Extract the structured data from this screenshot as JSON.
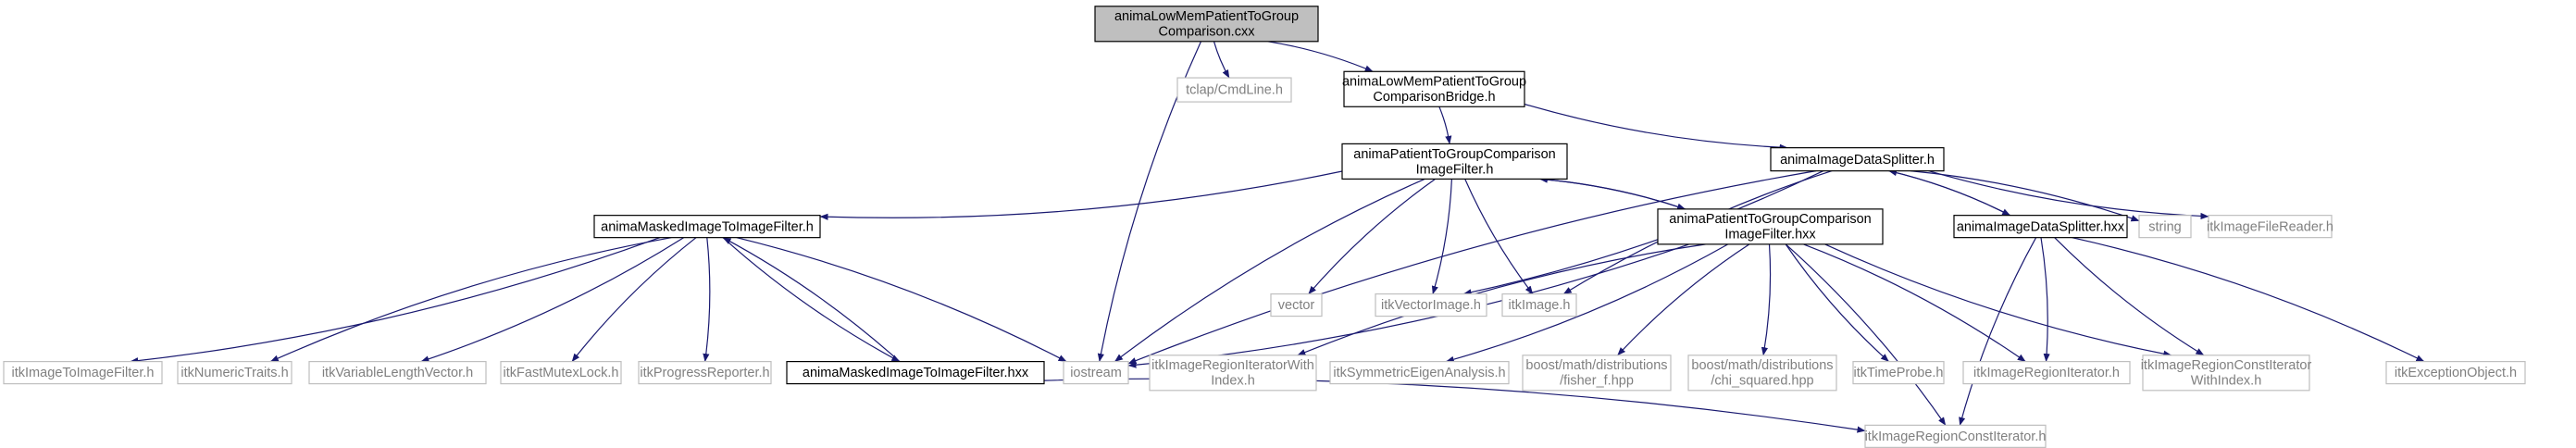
{
  "colors": {
    "edge": "#191970",
    "root_fill": "#bfbfbf",
    "root_border": "#000000",
    "local_border": "#000000",
    "external_border": "#bfbfbf",
    "local_text": "#000000",
    "external_text": "#808080"
  },
  "nodes": [
    {
      "id": "root",
      "kind": "root",
      "lines": [
        "animaLowMemPatientToGroup",
        "Comparison.cxx"
      ]
    },
    {
      "id": "tclap",
      "kind": "external",
      "lines": [
        "tclap/CmdLine.h"
      ]
    },
    {
      "id": "bridge",
      "kind": "local",
      "lines": [
        "animaLowMemPatientToGroup",
        "ComparisonBridge.h"
      ]
    },
    {
      "id": "ptgcif_h",
      "kind": "local",
      "lines": [
        "animaPatientToGroupComparison",
        "ImageFilter.h"
      ]
    },
    {
      "id": "splitter_h",
      "kind": "local",
      "lines": [
        "animaImageDataSplitter.h"
      ]
    },
    {
      "id": "masked_h",
      "kind": "local",
      "lines": [
        "animaMaskedImageToImageFilter.h"
      ]
    },
    {
      "id": "vector",
      "kind": "external",
      "lines": [
        "vector"
      ]
    },
    {
      "id": "itkvectorimage",
      "kind": "external",
      "lines": [
        "itkVectorImage.h"
      ]
    },
    {
      "id": "itkimage",
      "kind": "external",
      "lines": [
        "itkImage.h"
      ]
    },
    {
      "id": "ptgcif_hxx",
      "kind": "local",
      "lines": [
        "animaPatientToGroupComparison",
        "ImageFilter.hxx"
      ]
    },
    {
      "id": "splitter_hxx",
      "kind": "local",
      "lines": [
        "animaImageDataSplitter.hxx"
      ]
    },
    {
      "id": "string",
      "kind": "external",
      "lines": [
        "string"
      ]
    },
    {
      "id": "itkimagefilereader",
      "kind": "external",
      "lines": [
        "itkImageFileReader.h"
      ]
    },
    {
      "id": "itkimagetoimagefilter",
      "kind": "external",
      "lines": [
        "itkImageToImageFilter.h"
      ]
    },
    {
      "id": "itknumerictraits",
      "kind": "external",
      "lines": [
        "itkNumericTraits.h"
      ]
    },
    {
      "id": "itkvariablelengthvector",
      "kind": "external",
      "lines": [
        "itkVariableLengthVector.h"
      ]
    },
    {
      "id": "itkfastmutexlock",
      "kind": "external",
      "lines": [
        "itkFastMutexLock.h"
      ]
    },
    {
      "id": "itkprogressreporter",
      "kind": "external",
      "lines": [
        "itkProgressReporter.h"
      ]
    },
    {
      "id": "masked_hxx",
      "kind": "local",
      "lines": [
        "animaMaskedImageToImageFilter.hxx"
      ]
    },
    {
      "id": "iostream",
      "kind": "external",
      "lines": [
        "iostream"
      ]
    },
    {
      "id": "itkimageregioniteratorwithindex",
      "kind": "external",
      "lines": [
        "itkImageRegionIteratorWith",
        "Index.h"
      ]
    },
    {
      "id": "itksymmetriceigenanalysis",
      "kind": "external",
      "lines": [
        "itkSymmetricEigenAnalysis.h"
      ]
    },
    {
      "id": "fisher",
      "kind": "external",
      "lines": [
        "boost/math/distributions",
        "/fisher_f.hpp"
      ]
    },
    {
      "id": "chisq",
      "kind": "external",
      "lines": [
        "boost/math/distributions",
        "/chi_squared.hpp"
      ]
    },
    {
      "id": "itktimeprobe",
      "kind": "external",
      "lines": [
        "itkTimeProbe.h"
      ]
    },
    {
      "id": "itkimageregioniterator",
      "kind": "external",
      "lines": [
        "itkImageRegionIterator.h"
      ]
    },
    {
      "id": "itkimageregionconstiteratorwithindex",
      "kind": "external",
      "lines": [
        "itkImageRegionConstIterator",
        "WithIndex.h"
      ]
    },
    {
      "id": "itkexceptionobject",
      "kind": "external",
      "lines": [
        "itkExceptionObject.h"
      ]
    },
    {
      "id": "itkimageregionconstiterator",
      "kind": "external",
      "lines": [
        "itkImageRegionConstIterator.h"
      ]
    }
  ],
  "edges": [
    [
      "root",
      "tclap"
    ],
    [
      "root",
      "bridge"
    ],
    [
      "root",
      "iostream"
    ],
    [
      "bridge",
      "ptgcif_h"
    ],
    [
      "bridge",
      "splitter_h"
    ],
    [
      "ptgcif_h",
      "masked_h"
    ],
    [
      "ptgcif_h",
      "vector"
    ],
    [
      "ptgcif_h",
      "itkvectorimage"
    ],
    [
      "ptgcif_h",
      "itkimage"
    ],
    [
      "ptgcif_h",
      "ptgcif_hxx"
    ],
    [
      "ptgcif_h",
      "iostream"
    ],
    [
      "splitter_h",
      "itkvectorimage"
    ],
    [
      "splitter_h",
      "itkimage"
    ],
    [
      "splitter_h",
      "string"
    ],
    [
      "splitter_h",
      "itkimagefilereader"
    ],
    [
      "splitter_h",
      "splitter_hxx"
    ],
    [
      "splitter_h",
      "iostream"
    ],
    [
      "masked_h",
      "itkimagetoimagefilter"
    ],
    [
      "masked_h",
      "itknumerictraits"
    ],
    [
      "masked_h",
      "itkvariablelengthvector"
    ],
    [
      "masked_h",
      "itkfastmutexlock"
    ],
    [
      "masked_h",
      "itkprogressreporter"
    ],
    [
      "masked_h",
      "masked_hxx"
    ],
    [
      "masked_h",
      "iostream"
    ],
    [
      "masked_hxx",
      "masked_h"
    ],
    [
      "masked_hxx",
      "itkimageregionconstiterator"
    ],
    [
      "ptgcif_hxx",
      "ptgcif_h"
    ],
    [
      "ptgcif_hxx",
      "iostream"
    ],
    [
      "ptgcif_hxx",
      "itkimageregioniteratorwithindex"
    ],
    [
      "ptgcif_hxx",
      "itksymmetriceigenanalysis"
    ],
    [
      "ptgcif_hxx",
      "fisher"
    ],
    [
      "ptgcif_hxx",
      "chisq"
    ],
    [
      "ptgcif_hxx",
      "itktimeprobe"
    ],
    [
      "ptgcif_hxx",
      "itkimageregioniterator"
    ],
    [
      "ptgcif_hxx",
      "itkimageregionconstiteratorwithindex"
    ],
    [
      "ptgcif_hxx",
      "itkimageregionconstiterator"
    ],
    [
      "splitter_hxx",
      "splitter_h"
    ],
    [
      "splitter_hxx",
      "itkimageregioniterator"
    ],
    [
      "splitter_hxx",
      "itkimageregionconstiteratorwithindex"
    ],
    [
      "splitter_hxx",
      "itkexceptionobject"
    ],
    [
      "splitter_hxx",
      "itkimageregionconstiterator"
    ]
  ]
}
